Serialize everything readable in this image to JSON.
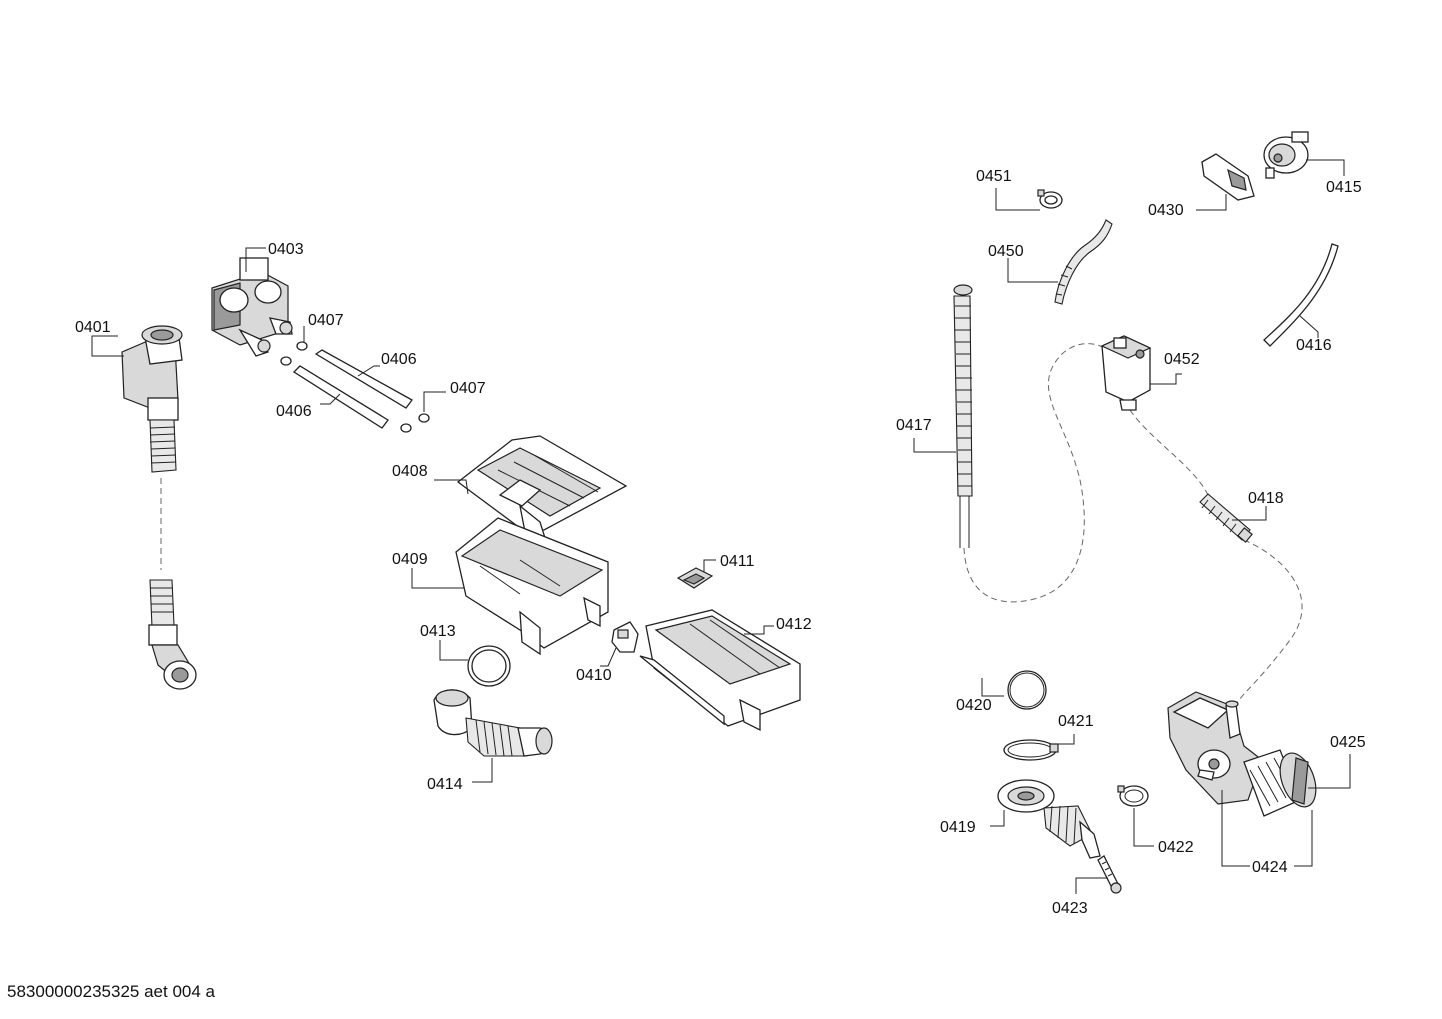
{
  "labels": {
    "p0401": "0401",
    "p0403": "0403",
    "p0406a": "0406",
    "p0406b": "0406",
    "p0407a": "0407",
    "p0407b": "0407",
    "p0408": "0408",
    "p0409": "0409",
    "p0410": "0410",
    "p0411": "0411",
    "p0412": "0412",
    "p0413": "0413",
    "p0414": "0414",
    "p0415": "0415",
    "p0416": "0416",
    "p0417": "0417",
    "p0418": "0418",
    "p0419": "0419",
    "p0420": "0420",
    "p0421": "0421",
    "p0422": "0422",
    "p0423": "0423",
    "p0424": "0424",
    "p0425": "0425",
    "p0430": "0430",
    "p0450": "0450",
    "p0451": "0451",
    "p0452": "0452"
  },
  "footer": {
    "drawing_id": "58300000235325 aet 004 a"
  }
}
